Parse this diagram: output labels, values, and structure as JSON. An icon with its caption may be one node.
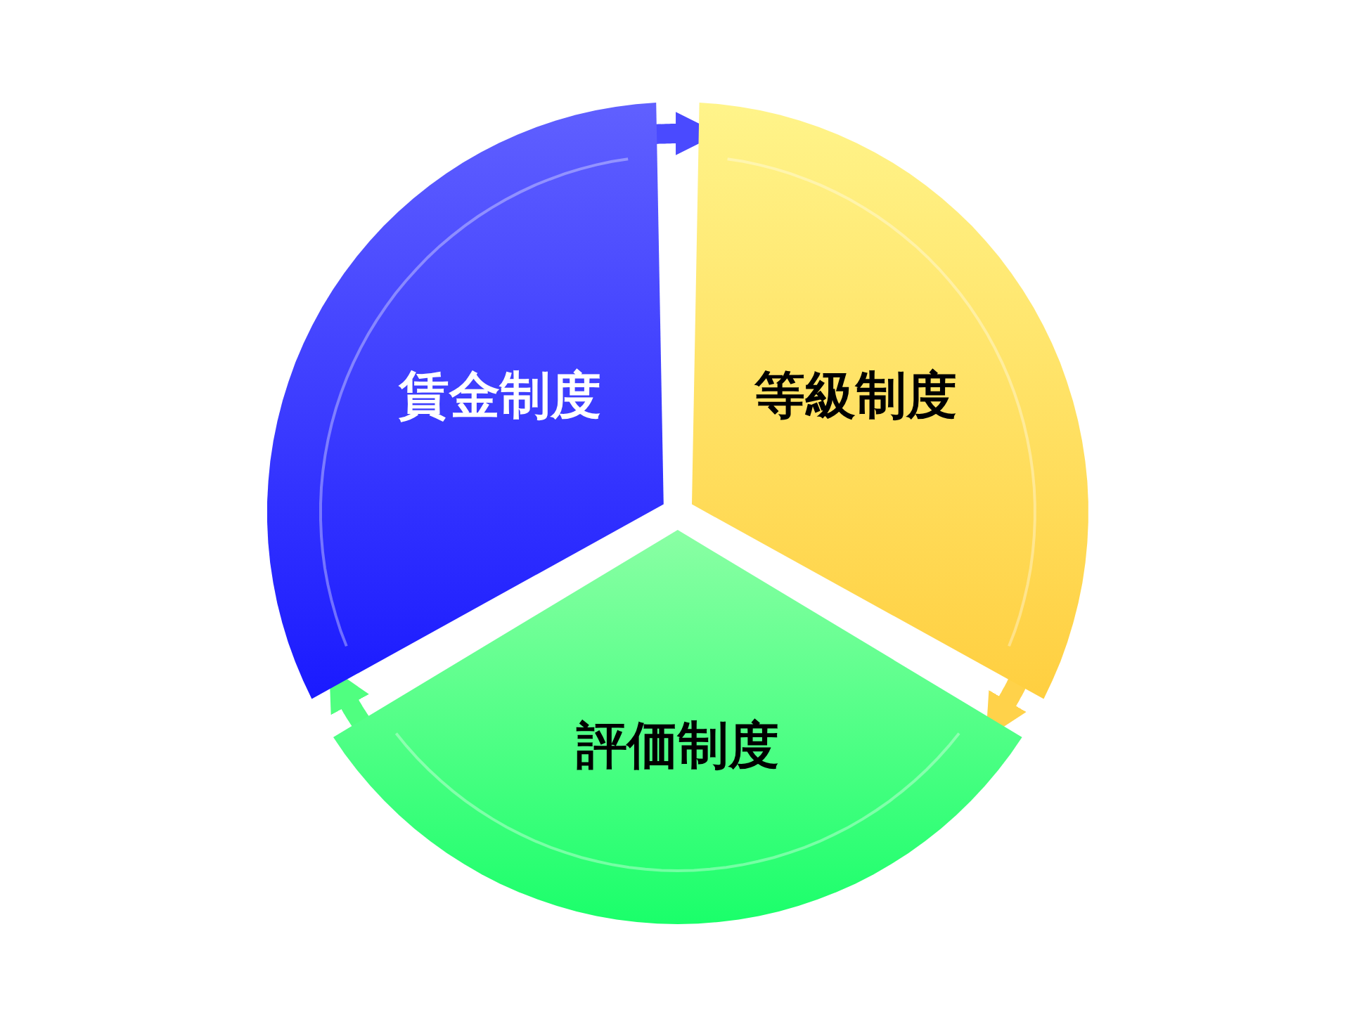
{
  "diagram": {
    "nodes": [
      {
        "text": [
          "賃金制度"
        ]
      },
      {
        "text": [
          "等級制度"
        ]
      },
      {
        "text": [
          "評価制度"
        ]
      }
    ],
    "edges": [
      {
        "from": 0,
        "to": 1,
        "arrow": "to",
        "color": "#4a4aff"
      },
      {
        "from": 1,
        "to": 2,
        "arrow": "to",
        "color": "#ffd24a"
      },
      {
        "from": 2,
        "to": 0,
        "arrow": "to",
        "color": "#50ff80"
      }
    ]
  }
}
